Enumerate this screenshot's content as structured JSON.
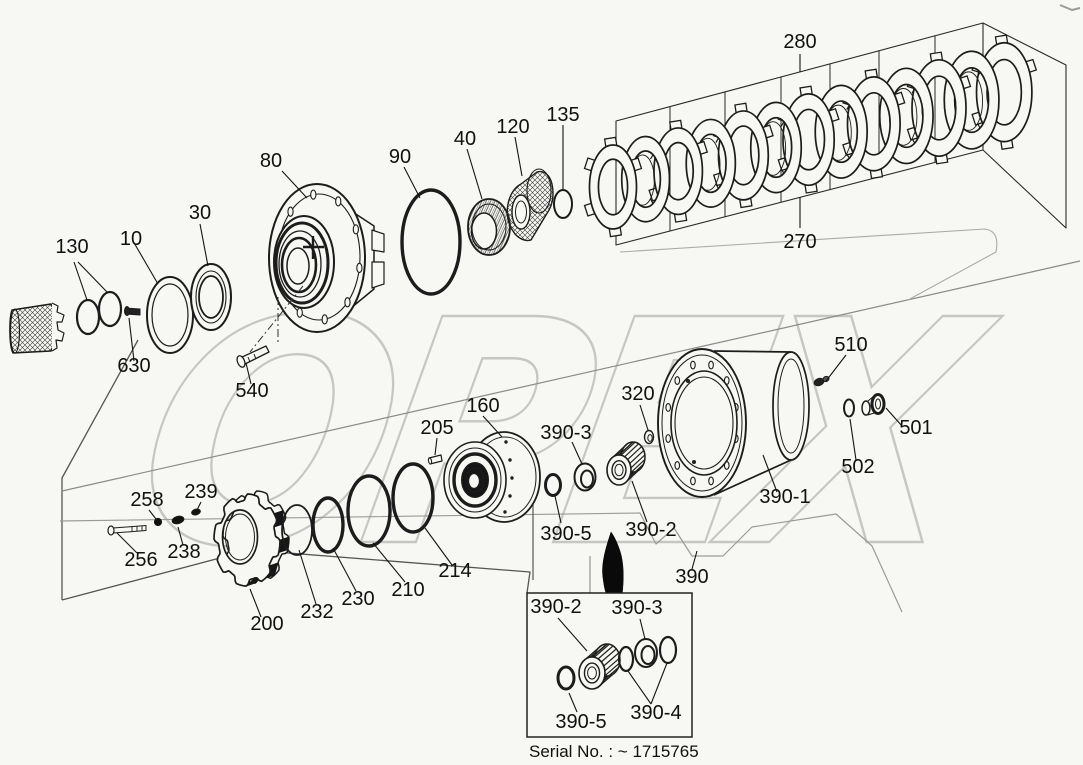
{
  "watermark": {
    "text": "OPEX",
    "color": "#c6c6c3"
  },
  "parts": {
    "10": "10",
    "30": "30",
    "40": "40",
    "80": "80",
    "90": "90",
    "120": "120",
    "130": "130",
    "135": "135",
    "160": "160",
    "200": "200",
    "205": "205",
    "210": "210",
    "214": "214",
    "230": "230",
    "232": "232",
    "238": "238",
    "239": "239",
    "256": "256",
    "258": "258",
    "270": "270",
    "280": "280",
    "320": "320",
    "390": "390",
    "390-1": "390-1",
    "390-2": "390-2",
    "390-3": "390-3",
    "390-5": "390-5",
    "501": "501",
    "502": "502",
    "510": "510",
    "540": "540",
    "630": "630"
  },
  "inset": {
    "parts": {
      "390-2": "390-2",
      "390-3": "390-3",
      "390-4": "390-4",
      "390-5": "390-5"
    },
    "serial": "Serial No. : ~ 1715765"
  }
}
